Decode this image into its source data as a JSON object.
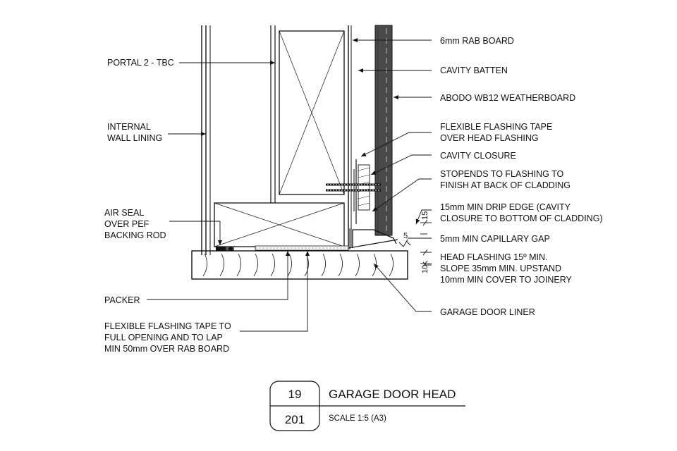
{
  "labels": {
    "rab_board": "6mm RAB BOARD",
    "portal": "PORTAL 2 - TBC",
    "cavity_batten": "CAVITY BATTEN",
    "weatherboard": "ABODO WB12 WEATHERBOARD",
    "internal_lining": [
      "INTERNAL",
      "WALL LINING"
    ],
    "flex_tape_head": [
      "FLEXIBLE FLASHING TAPE",
      "OVER HEAD FLASHING"
    ],
    "cavity_closure": "CAVITY CLOSURE",
    "stopends": [
      "STOPENDS TO FLASHING TO",
      "FINISH AT BACK OF CLADDING"
    ],
    "drip_edge": [
      "15mm MIN DRIP EDGE (CAVITY",
      "CLOSURE TO BOTTOM OF CLADDING)"
    ],
    "air_seal": [
      "AIR SEAL",
      "OVER PEF",
      "BACKING ROD"
    ],
    "capillary_gap": "5mm MIN CAPILLARY GAP",
    "head_flashing": [
      "HEAD FLASHING 15º MIN.",
      "SLOPE 35mm MIN. UPSTAND",
      "10mm MIN COVER TO JOINERY"
    ],
    "packer": "PACKER",
    "garage_liner": "GARAGE DOOR LINER",
    "flex_tape_opening": [
      "FLEXIBLE FLASHING TAPE TO",
      "FULL OPENING AND TO LAP",
      "MIN 50mm OVER RAB BOARD"
    ]
  },
  "dimensions": {
    "d15": "15",
    "d5": "5",
    "d10": "10"
  },
  "title_block": {
    "detail_number": "19",
    "sheet_number": "201",
    "title": "GARAGE DOOR HEAD",
    "scale": "SCALE  1:5 (A3)"
  }
}
